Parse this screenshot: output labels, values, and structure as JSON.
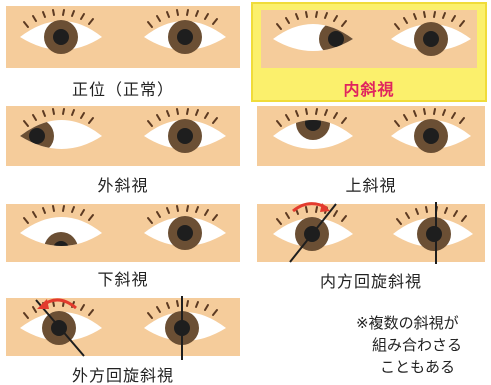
{
  "panels": [
    {
      "id": "normal",
      "caption": "正位（正常）",
      "highlight": false
    },
    {
      "id": "esotropia",
      "caption": "内斜視",
      "highlight": true
    },
    {
      "id": "exotropia",
      "caption": "外斜視",
      "highlight": false
    },
    {
      "id": "hypertropia",
      "caption": "上斜視",
      "highlight": false
    },
    {
      "id": "hypotropia",
      "caption": "下斜視",
      "highlight": false
    },
    {
      "id": "incyclotropia",
      "caption": "内方回旋斜視",
      "highlight": false
    },
    {
      "id": "excyclotropia",
      "caption": "外方回旋斜視",
      "highlight": false
    }
  ],
  "note": {
    "line1": "※複数の斜視が",
    "line2": "組み合わさる",
    "line3": "こともある"
  },
  "colors": {
    "skin": "#f5cc9b",
    "iris": "#6b4f34",
    "pupil": "#1e1e1e",
    "lash": "#5c3a22",
    "highlight_fill": "#fbf06c",
    "caption_red": "#e0245e",
    "arrow_red": "#e33b2e"
  }
}
